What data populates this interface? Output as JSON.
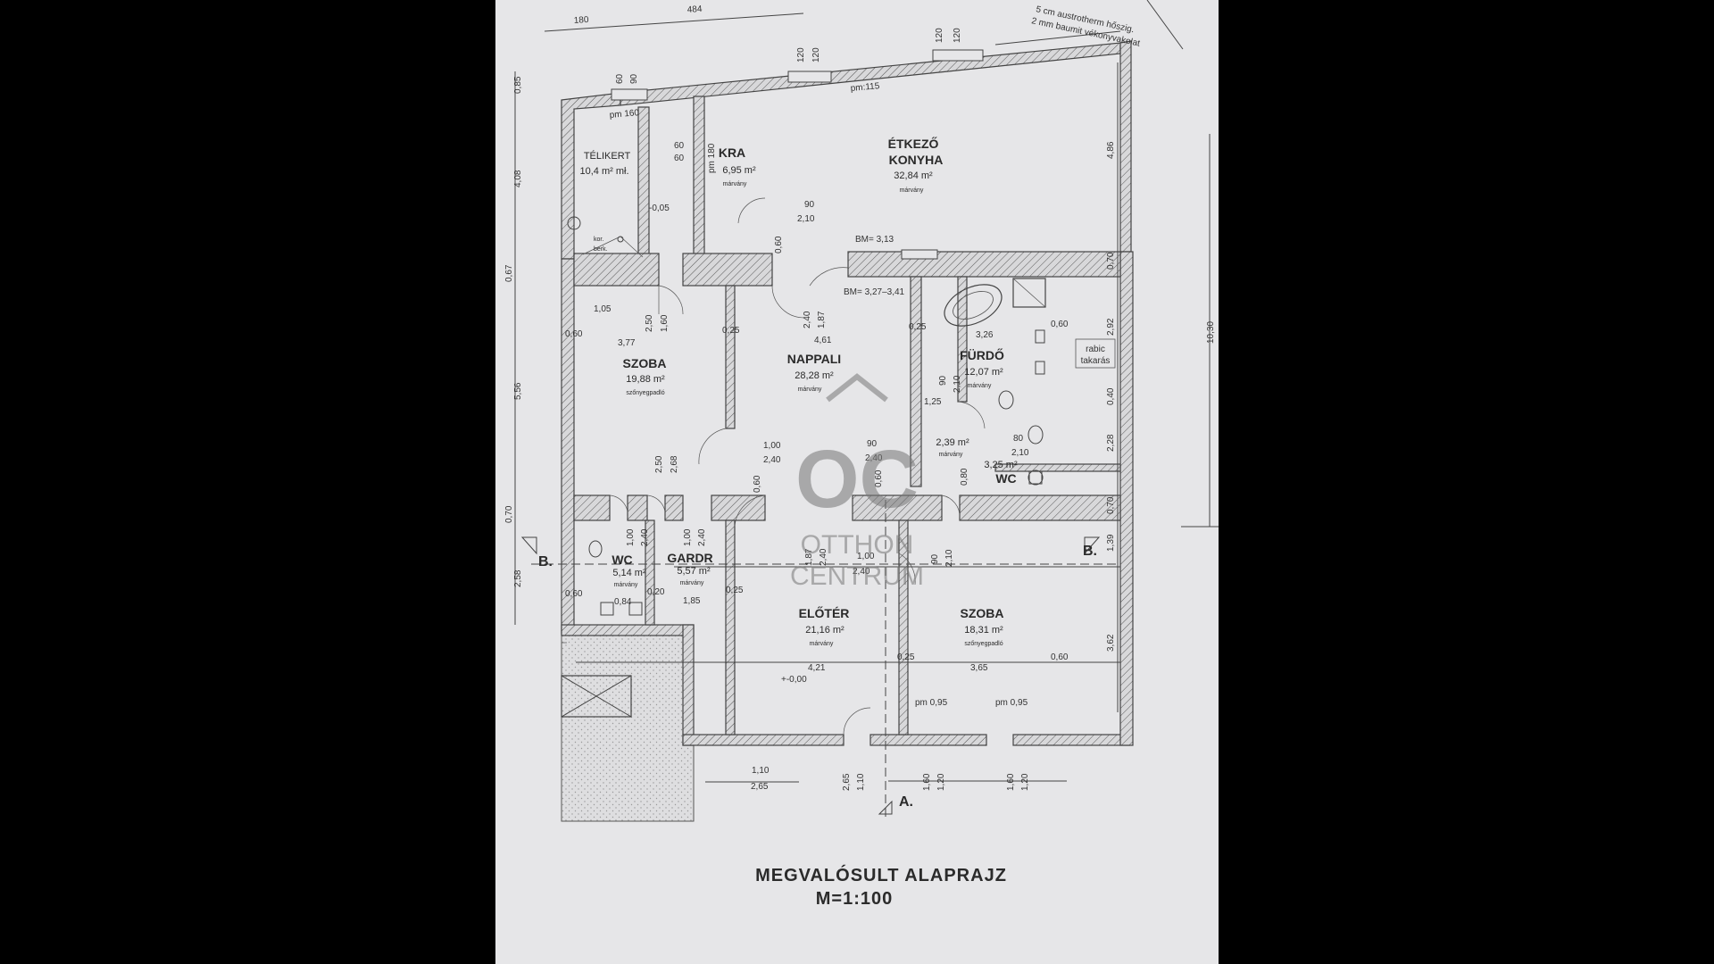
{
  "rooms": {
    "telikert": {
      "name": "TÉLIKERT",
      "area": "10,4 m² mł."
    },
    "kra": {
      "name": "KRA",
      "area": "6,95 m²",
      "material": "márvány"
    },
    "etkezo": {
      "name1": "ÉTKEZŐ",
      "name2": "KONYHA",
      "area": "32,84 m²",
      "material": "márvány"
    },
    "szoba1": {
      "name": "SZOBA",
      "area": "19,88 m²",
      "material": "szőnyegpadló"
    },
    "nappali": {
      "name": "NAPPALI",
      "area": "28,28 m²",
      "material": "márvány"
    },
    "furdo": {
      "name": "FÜRDŐ",
      "area": "12,07 m²",
      "material": "márvány"
    },
    "hall": {
      "area": "2,39 m²",
      "material": "márvány"
    },
    "wc2": {
      "name": "WC",
      "area": "3,25 m²"
    },
    "wc1": {
      "name": "WC",
      "area": "5,14 m²",
      "material": "márvány"
    },
    "gardr": {
      "name": "GARDR",
      "area": "5,57 m²",
      "material": "márvány"
    },
    "eloter": {
      "name": "ELŐTÉR",
      "area": "21,16 m²",
      "material": "márvány"
    },
    "szoba2": {
      "name": "SZOBA",
      "area": "18,31 m²",
      "material": "szőnyegpadló"
    }
  },
  "dims": {
    "top_180": "180",
    "top_484": "484",
    "d90a": "90",
    "d60a": "60",
    "d120a": "120",
    "d120b": "120",
    "d120c": "120",
    "d120d": "120",
    "pm160": "pm 160",
    "pm115": "pm:115",
    "pm180": "pm 180",
    "d60b": "60",
    "d60c": "60",
    "d005": "-0,05",
    "d90b": "90",
    "d210a": "2,10",
    "d060a": "0,60",
    "bm313": "BM= 3,13",
    "bm327": "BM= 3,27–3,41",
    "d105": "1,05",
    "d250": "2,50",
    "d160": "1,60",
    "d240a": "2,40",
    "d187": "1,87",
    "d060b": "0,60",
    "d377": "3,77",
    "d461": "4,61",
    "d025a": "0,25",
    "d025b": "0,25",
    "d326": "3,26",
    "d060c": "0,60",
    "d090": "90",
    "d210b": "2,10",
    "d125": "1,25",
    "d100a": "1,00",
    "d240b": "2,40",
    "d90c": "90",
    "d240c": "2,40",
    "d80": "80",
    "d210c": "2,10",
    "d250b": "2,50",
    "d268": "2,68",
    "d060d": "0,60",
    "d060e": "0,60",
    "d080": "0,80",
    "d100b": "1,00",
    "d240d": "2,40",
    "d100c": "1,00",
    "d240e": "2,40",
    "d187b": "1,87",
    "d240f": "2,40",
    "d100d": "1,00",
    "d240g": "2,40",
    "d90d": "90",
    "d210d": "2,10",
    "d060f": "0,60",
    "d084": "0,84",
    "d020": "0,20",
    "d185": "1,85",
    "d025c": "0,25",
    "d421": "4,21",
    "d025d": "0,25",
    "d365": "3,65",
    "d060g": "0,60",
    "d000": "+-0,00",
    "pm095a": "pm 0,95",
    "pm095b": "pm 0,95",
    "d110": "1,10",
    "d265": "2,65",
    "d265b": "2,65",
    "d110b": "1,10",
    "d160b": "1,60",
    "d120e": "1,20",
    "d160c": "1,60",
    "d120f": "1,20",
    "l085": "0,85",
    "l408": "4,08",
    "l067": "0,67",
    "l556": "5,56",
    "l070": "0,70",
    "l258": "2,58",
    "r486": "4,86",
    "r070": "0,70",
    "r292": "2,92",
    "r040": "0,40",
    "r228": "2,28",
    "r070b": "0,70",
    "r139": "1,39",
    "r362": "3,62",
    "r1030": "10,30"
  },
  "notes": {
    "austrotherm1": "5 cm austrotherm hőszig.",
    "austrotherm2": "2 mm baumit vékonyvakolat",
    "rabic1": "rabic",
    "rabic2": "takarás",
    "kor": "kor.",
    "berk": "berk."
  },
  "section_marks": {
    "b_left": "B.",
    "b_right": "B.",
    "a": "A."
  },
  "title": {
    "line1": "MEGVALÓSULT ALAPRAJZ",
    "line2": "M=1:100"
  },
  "watermark": {
    "logo": "OC",
    "text1": "OTTHON",
    "text2": "CENTRUM"
  }
}
